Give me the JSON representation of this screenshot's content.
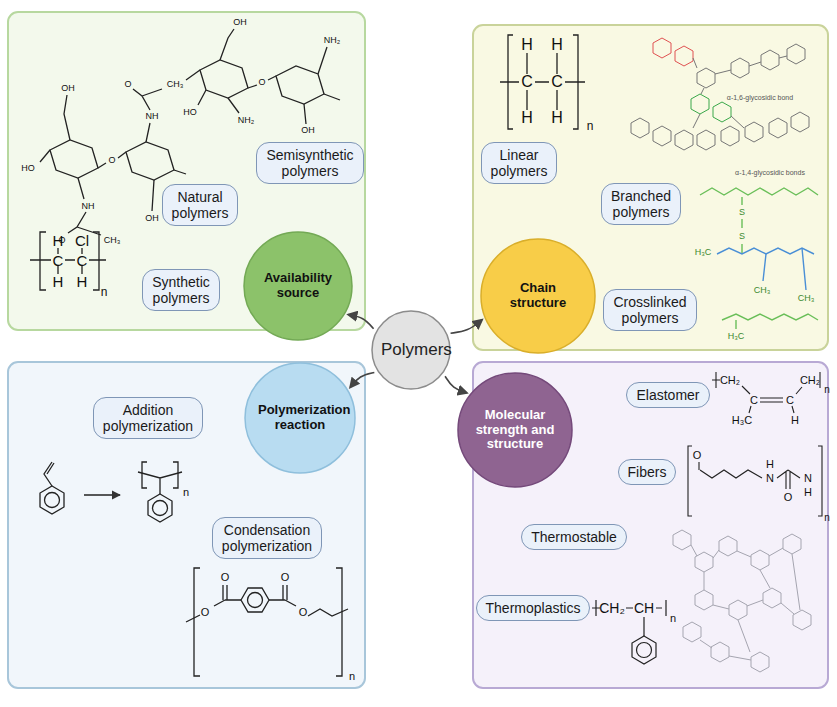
{
  "diagram": {
    "nodes": [
      {
        "text": [
          "Polymers"
        ]
      },
      {
        "text": [
          "Availability source"
        ]
      },
      {
        "text": [
          "Natural polymers"
        ]
      },
      {
        "text": [
          "Semisynthetic polymers"
        ]
      },
      {
        "text": [
          "Synthetic polymers"
        ]
      },
      {
        "text": [
          "Chain structure"
        ]
      },
      {
        "text": [
          "Linear polymers"
        ]
      },
      {
        "text": [
          "Branched polymers"
        ]
      },
      {
        "text": [
          "Crosslinked polymers"
        ]
      },
      {
        "text": [
          "Polymerization reaction"
        ]
      },
      {
        "text": [
          "Addition polymerization"
        ]
      },
      {
        "text": [
          "Condensation polymerization"
        ]
      },
      {
        "text": [
          "Molecular strength and structure"
        ]
      },
      {
        "text": [
          "Elastomer"
        ]
      },
      {
        "text": [
          "Fibers"
        ]
      },
      {
        "text": [
          "Thermostable"
        ]
      },
      {
        "text": [
          "Thermoplastics"
        ]
      }
    ],
    "edges": [
      {
        "from": 0,
        "to": 1,
        "arrow": "to"
      },
      {
        "from": 0,
        "to": 5,
        "arrow": "to"
      },
      {
        "from": 0,
        "to": 9,
        "arrow": "to"
      },
      {
        "from": 0,
        "to": 12,
        "arrow": "to"
      }
    ],
    "labels": [
      "H",
      "Cl",
      "C",
      "C",
      "H",
      "H",
      "n",
      "OH",
      "HO",
      "O",
      "NH",
      "O",
      "CH₃",
      "NH",
      "O",
      "CH₃",
      "OH",
      "OH",
      "HO",
      "NH₂",
      "O",
      "NH₂",
      "OH",
      "H",
      "H",
      "C",
      "C",
      "H",
      "H",
      "n",
      "α-1,6-glycosidic bond",
      "α-1,4-glycosidic bonds",
      "H₃C",
      "S",
      "S",
      "CH₃",
      "CH₃",
      "H₃C",
      "n",
      "O",
      "O",
      "O",
      "O",
      "n",
      "CH₂",
      "C",
      "C",
      "CH₂",
      "H₃C",
      "H",
      "n",
      "O",
      "N",
      "H",
      "O",
      "N",
      "H",
      "n",
      "CH₂",
      "CH",
      "n"
    ]
  }
}
